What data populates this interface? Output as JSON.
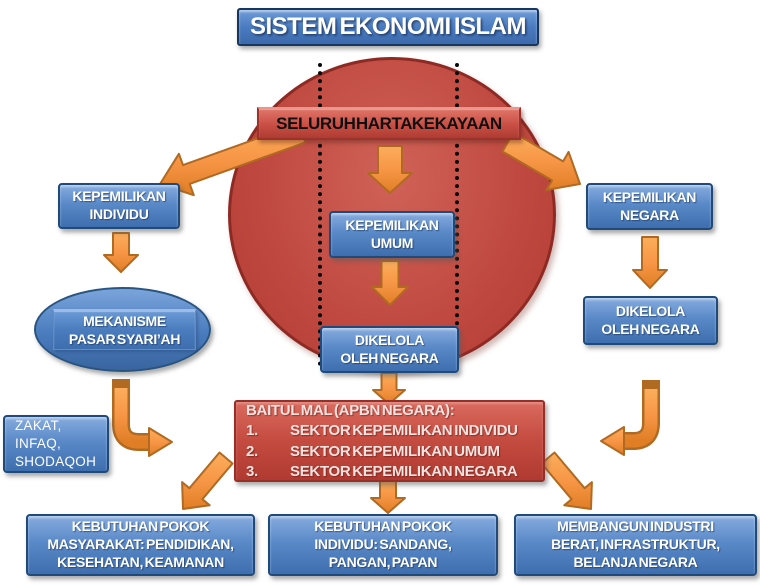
{
  "title": {
    "label": "SISTEM EKONOMI ISLAM"
  },
  "banner": {
    "label": "SELURUH HARTA KEKAYAAN"
  },
  "nodes": {
    "kepemilikan_individu": "KEPEMILIKAN\nINDIVIDU",
    "kepemilikan_umum": "KEPEMILIKAN\nUMUM",
    "kepemilikan_negara": "KEPEMILIKAN\nNEGARA",
    "mekanisme_pasar": "MEKANISME\nPASAR SYARI’AH",
    "dikelola_tengah": "DIKELOLA\nOLEH NEGARA",
    "dikelola_kanan": "DIKELOLA\nOLEH NEGARA",
    "zakat": "ZAKAT,\nINFAQ,\nSHODAQOH",
    "baitul_mal": {
      "heading": "BAITUL MAL (APBN NEGARA):",
      "numbers": [
        "1.",
        "2.",
        "3."
      ],
      "items": [
        "SEKTOR KEPEMILIKAN INDIVIDU",
        "SEKTOR KEPEMILIKAN UMUM",
        "SEKTOR KEPEMILIKAN NEGARA"
      ]
    },
    "bottom_left": "KEBUTUHAN POKOK\nMASYARAKAT: PENDIDIKAN,\nKESEHATAN, KEAMANAN",
    "bottom_center": "KEBUTUHAN POKOK\nINDIVIDU: SANDANG,\nPANGAN, PAPAN",
    "bottom_right": "MEMBANGUN INDUSTRI\nBERAT, INFRASTRUKTUR,\nBELANJA NEGARA"
  },
  "colors": {
    "blue_box": "#4F81BD",
    "blue_border": "#1F4A7A",
    "red_ellipse": "#C04A41",
    "red_border": "#8E2A24",
    "orange_arrow": "#F79646",
    "orange_border": "#B06A22",
    "background": "#FFFFFF"
  }
}
